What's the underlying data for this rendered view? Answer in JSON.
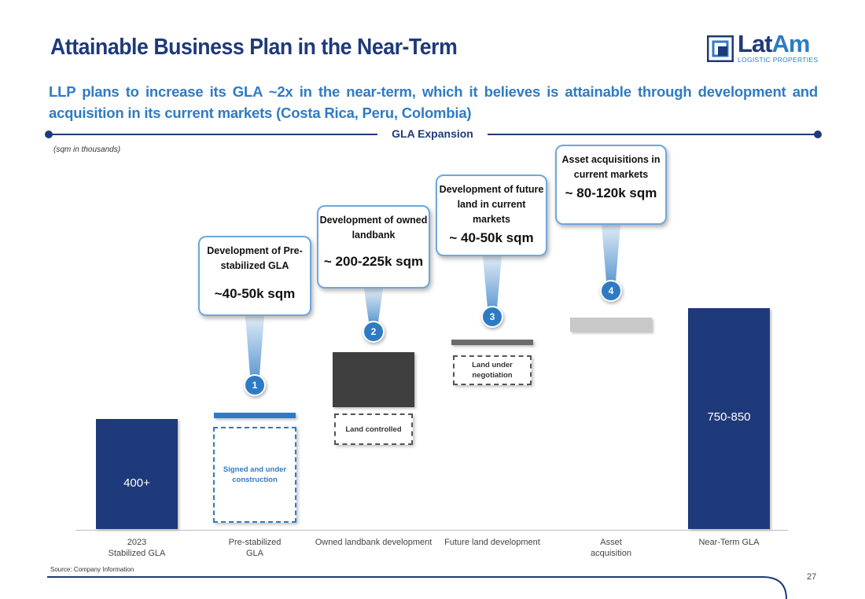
{
  "header": {
    "title": "Attainable Business Plan in the Near-Term",
    "logo_lat": "Lat",
    "logo_am": "Am",
    "logo_sub": "LOGISTIC PROPERTIES",
    "subtitle": "LLP plans to increase its GLA ~2x in the near-term, which it believes is attainable through development and acquisition in its current markets (Costa Rica, Peru, Colombia)"
  },
  "section_label": "GLA Expansion",
  "units_note": "(sqm in thousands)",
  "source": "Source: Company Information",
  "page_number": "27",
  "colors": {
    "navy": "#1f3a7a",
    "blue": "#2e7bc4",
    "light_blue": "#6fa8dc",
    "dark_gray": "#3f3f3f",
    "mid_gray": "#6b6b6b",
    "light_gray": "#c8c8c8"
  },
  "chart_data": {
    "type": "bar",
    "subtype": "waterfall",
    "categories": [
      "2023\nStabilized GLA",
      "Pre-stabilized\nGLA",
      "Owned landbank development",
      "Future land development",
      "Asset\nacquisition",
      "Near-Term GLA"
    ],
    "bars": [
      {
        "category": "2023 Stabilized GLA",
        "label": "400+",
        "low": 0,
        "high": 400
      },
      {
        "category": "Pre-stabilized GLA",
        "low": 400,
        "high": 420,
        "pending_low": 400,
        "pending_high": 440,
        "pending_label": "Signed and under construction"
      },
      {
        "category": "Owned landbank development",
        "low": 440,
        "high": 640,
        "pending_low": 440,
        "pending_high": 665,
        "pending_label": "Land controlled"
      },
      {
        "category": "Future land development",
        "low": 665,
        "high": 685,
        "pending_low": 665,
        "pending_high": 715,
        "pending_label": "Land under negotiation"
      },
      {
        "category": "Asset acquisition",
        "low": 715,
        "high": 765
      },
      {
        "category": "Near-Term GLA",
        "label": "750-850",
        "low": 0,
        "high": 800
      }
    ],
    "callouts": [
      {
        "number": "1",
        "title": "Development of Pre-stabilized GLA",
        "value": "~40-50k sqm"
      },
      {
        "number": "2",
        "title": "Development of owned landbank",
        "value": "~ 200-225k sqm"
      },
      {
        "number": "3",
        "title": "Development of future land in current markets",
        "value": "~ 40-50k sqm"
      },
      {
        "number": "4",
        "title": "Asset acquisitions in current markets",
        "value": "~ 80-120k sqm"
      }
    ]
  }
}
